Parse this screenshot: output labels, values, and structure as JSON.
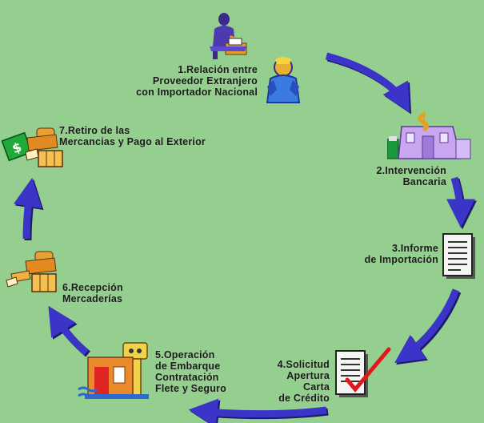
{
  "steps": [
    {
      "lines": [
        "1.Relación entre",
        "Proveedor Extranjero",
        "con Importador Nacional"
      ]
    },
    {
      "lines": [
        "2.Intervención",
        "Bancaria"
      ]
    },
    {
      "lines": [
        "3.Informe",
        "de Importación"
      ]
    },
    {
      "lines": [
        "4.Solicitud",
        "Apertura",
        "Carta",
        "de Crédito"
      ]
    },
    {
      "lines": [
        "5.Operación",
        "de Embarque",
        "Contratación",
        "Flete y Seguro"
      ]
    },
    {
      "lines": [
        "6.Recepción",
        "Mercaderías"
      ]
    },
    {
      "lines": [
        "7.Retiro de las",
        "Mercancias y Pago al Exterior"
      ]
    }
  ],
  "colors": {
    "background": "#95cf8f",
    "arrow": "#3a35c8",
    "arrow_shadow": "#1d1a6a"
  },
  "icons": [
    "importer-at-desk-icon",
    "foreign-supplier-icon",
    "bank-building-icon",
    "import-report-document-icon",
    "credit-letter-document-icon",
    "factory-shipping-icon",
    "receiving-goods-icon",
    "payment-money-icon"
  ]
}
